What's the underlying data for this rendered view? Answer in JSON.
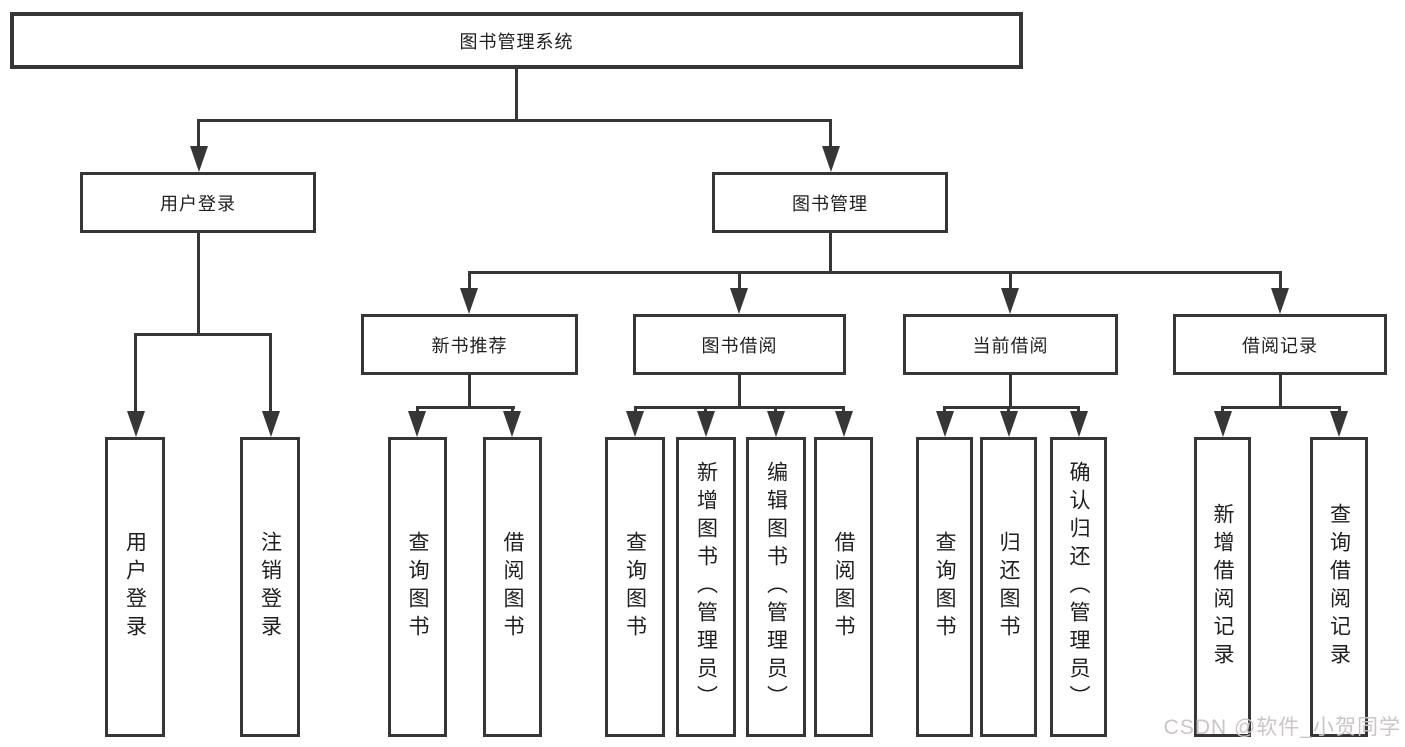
{
  "colors": {
    "line": "#363636",
    "text": "#1f1f1f",
    "watermark": "#cbc5c5",
    "bg": "#ffffff"
  },
  "watermark": "CSDN @软件_小贺同学",
  "tree": {
    "root": {
      "label": "图书管理系统",
      "children": [
        {
          "label": "用户登录",
          "children": [
            "用户登录",
            "注销登录"
          ]
        },
        {
          "label": "图书管理",
          "children": [
            {
              "label": "新书推荐",
              "children": [
                "查询图书",
                "借阅图书"
              ]
            },
            {
              "label": "图书借阅",
              "children": [
                "查询图书",
                "新增图书（管理员）",
                "编辑图书（管理员）",
                "借阅图书"
              ]
            },
            {
              "label": "当前借阅",
              "children": [
                "查询图书",
                "归还图书",
                "确认归还（管理员）"
              ]
            },
            {
              "label": "借阅记录",
              "children": [
                "新增借阅记录",
                "查询借阅记录"
              ]
            }
          ]
        }
      ]
    }
  }
}
